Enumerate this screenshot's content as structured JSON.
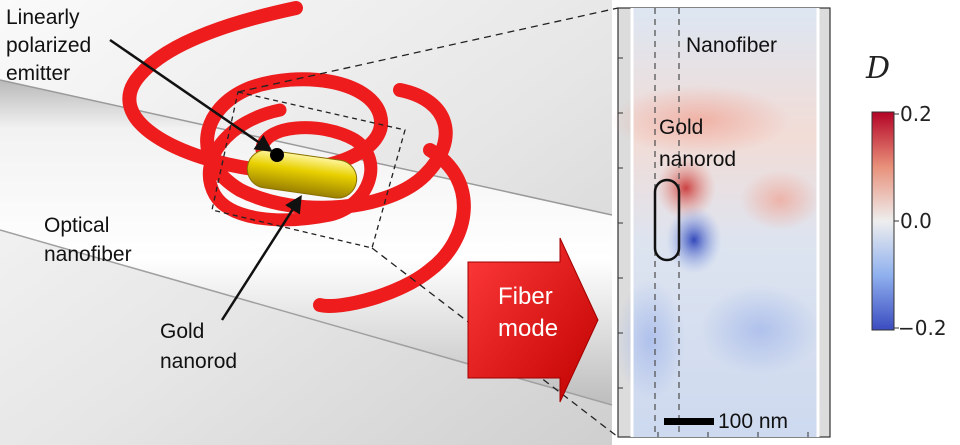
{
  "scene": {
    "labels": {
      "emitter": [
        "Linearly",
        "polarized",
        "emitter"
      ],
      "nanofiber": [
        "Optical",
        "nanofiber"
      ],
      "nanorod": [
        "Gold",
        "nanorod"
      ],
      "fiber_mode": [
        "Fiber",
        "mode"
      ]
    }
  },
  "map_panel": {
    "nanofiber_label": "Nanofiber",
    "nanorod_label": [
      "Gold",
      "nanorod"
    ],
    "scale_bar_label": "100 nm"
  },
  "colorbar": {
    "title": "D",
    "ticks": [
      "0.2",
      "0.0",
      "−0.2"
    ],
    "vmin": -0.2,
    "vmax": 0.2,
    "colors": {
      "high": "#b40426",
      "mid": "#dddddd",
      "low": "#3b4cc0"
    }
  },
  "colors": {
    "spiral": "#ee1c1c",
    "rod": "#e8d000",
    "arrow": "#e81010"
  }
}
